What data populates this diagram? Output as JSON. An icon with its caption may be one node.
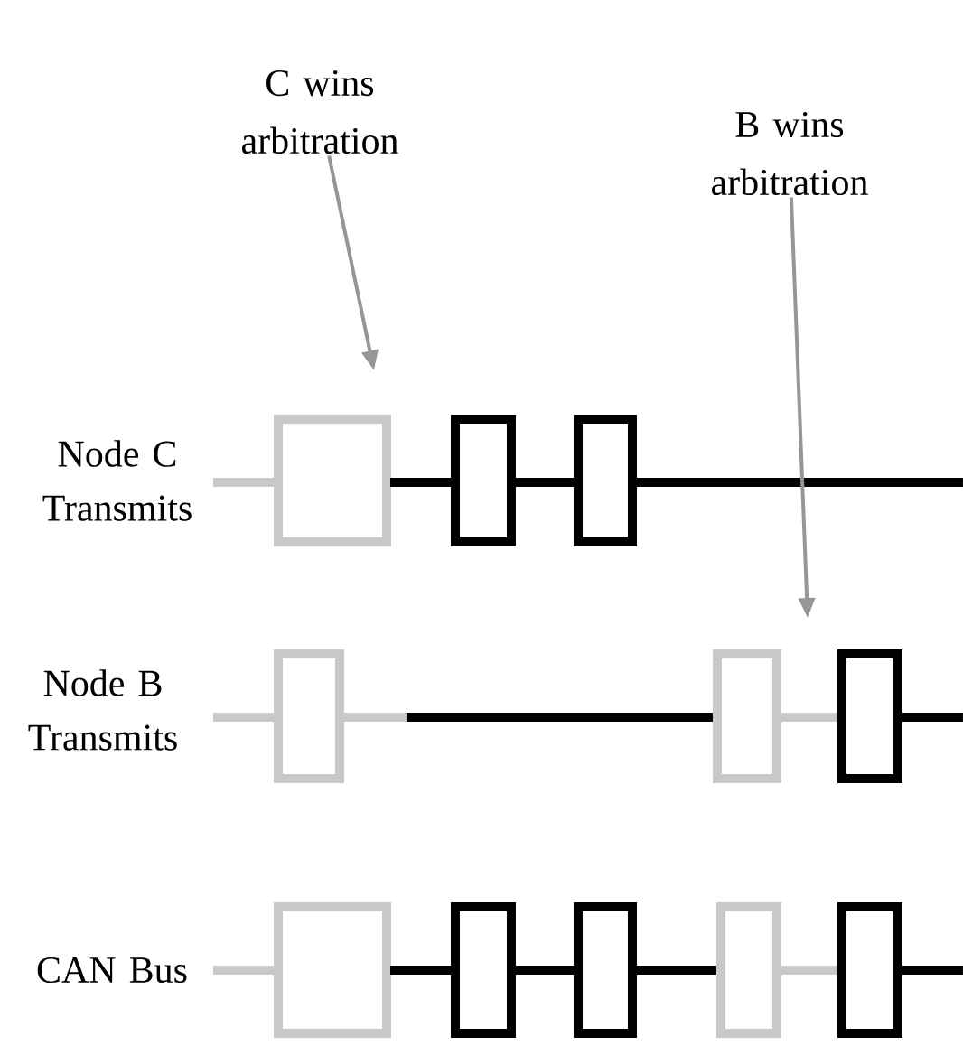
{
  "diagram": {
    "nodes": [
      {
        "text": [
          "C wins arbitration"
        ]
      },
      {
        "text": [
          "B wins arbitration"
        ]
      }
    ],
    "edges": [
      {
        "from": 0,
        "to": null,
        "arrow": "to"
      },
      {
        "from": 1,
        "to": null,
        "arrow": "to"
      }
    ],
    "labels": [
      "Node C Transmits",
      "Node B Transmits",
      "CAN Bus"
    ]
  }
}
